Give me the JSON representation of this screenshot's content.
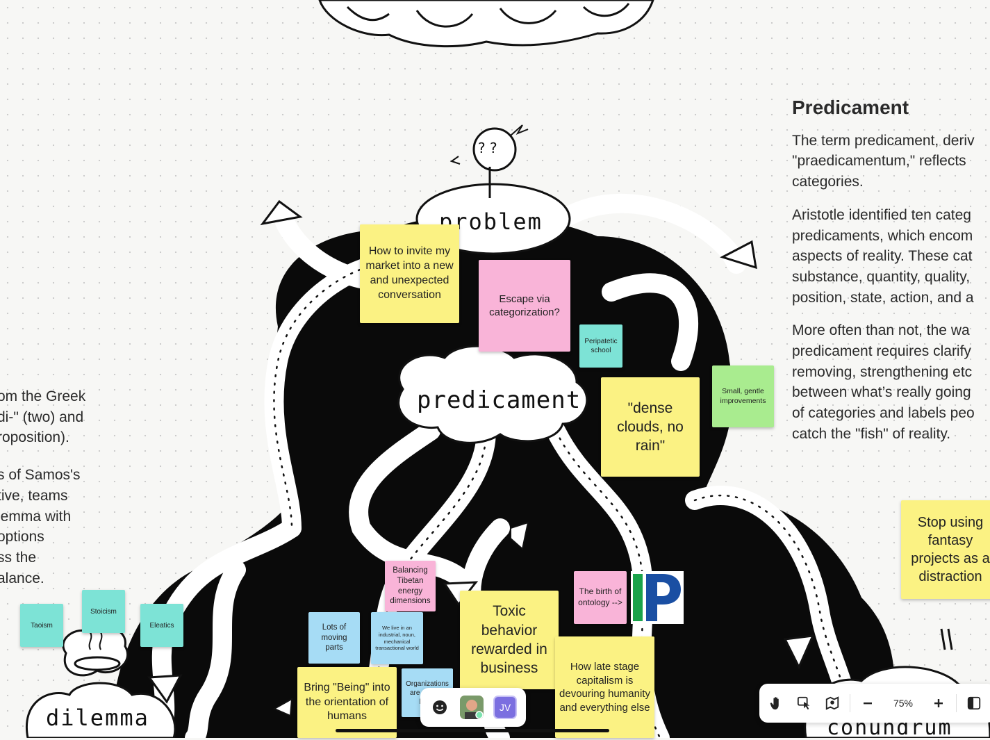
{
  "canvas": {
    "illustration_words": {
      "problem": "problem",
      "predicament": "predicament",
      "dilemma": "dilemma",
      "conundrum": "conundrum"
    }
  },
  "right_panel": {
    "title": "Predicament",
    "paragraphs": [
      "The term predicament, deriv\n\"praedicamentum,\" reflects\ncategories.",
      "Aristotle identified ten categ\npredicaments, which encom\naspects of reality. These cat\nsubstance, quantity, quality,\nposition, state, action, and a",
      "More often than not, the wa\npredicament requires clarify\nremoving, strengthening etc\nbetween what’s really going\nof categories and labels peo\ncatch the \"fish\" of reality."
    ]
  },
  "left_panel": {
    "paragraphs": [
      "om the Greek\ndi-\" (two) and\nroposition).",
      "s of Samos's\ntive, teams\nlemma with\n options\nss the\nalance."
    ]
  },
  "stickies": [
    {
      "text": "How to invite my market into a new and unexpected conversation",
      "color": "yellow"
    },
    {
      "text": "Escape via categorization?",
      "color": "pink"
    },
    {
      "text": "Peripatetic school",
      "color": "teal"
    },
    {
      "text": "\"dense clouds, no rain\"",
      "color": "yellow"
    },
    {
      "text": "Small, gentle improvements",
      "color": "green"
    },
    {
      "text": "Stop using fantasy projects as a distraction",
      "color": "yellow"
    },
    {
      "text": "Taoism",
      "color": "teal"
    },
    {
      "text": "Stoicism",
      "color": "teal"
    },
    {
      "text": "Eleatics",
      "color": "teal"
    },
    {
      "text": "Balancing Tibetan energy dimensions",
      "color": "pink"
    },
    {
      "text": "Lots of moving parts",
      "color": "blue"
    },
    {
      "text": "We live in an industrial, noun, mechanical transactional world",
      "color": "blue"
    },
    {
      "text": "Toxic behavior rewarded in business",
      "color": "yellow"
    },
    {
      "text": "The birth of ontology -->",
      "color": "pink"
    },
    {
      "text": "How late stage capitalism is devouring humanity and everything else",
      "color": "yellow"
    },
    {
      "text": "Bring \"Being\" into the orientation of humans",
      "color": "yellow"
    },
    {
      "text": "Organizations are organic living",
      "color": "blue"
    }
  ],
  "logo": {
    "letter": "P",
    "colors": [
      "#1aa34a",
      "#1a4fa3"
    ]
  },
  "bottom_toolbar": {
    "emoji_icon": "smile-icon",
    "avatar_initials": "JV",
    "avatar_color": "#7b6fe0"
  },
  "zoom_bar": {
    "icons": [
      "hand-icon",
      "pointer-hand-icon",
      "map-pin-icon",
      "zoom-out-icon",
      "zoom-in-icon",
      "panel-icon"
    ],
    "zoom_level": "75%"
  }
}
